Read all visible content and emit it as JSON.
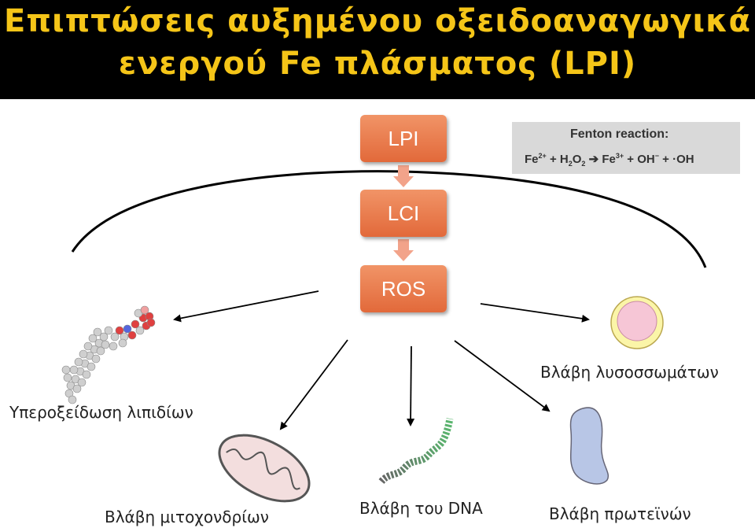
{
  "title": {
    "line1": "Επιπτώσεις αυξημένου οξειδοαναγωγικά",
    "line2": "ενεργού Fe πλάσματος (LPI)"
  },
  "flow": [
    "LPI",
    "LCI",
    "ROS"
  ],
  "fenton": {
    "title": "Fenton reaction:",
    "fe2": "Fe",
    "fe2_charge": "2+",
    "plus1": "+ H",
    "h_sub": "2",
    "o": "O",
    "o_sub": "2",
    "arrow": "➔",
    "fe3": "Fe",
    "fe3_charge": "3+",
    "oh_minus": "+ OH",
    "minus": "−",
    "oh_radical": "+ ·OH"
  },
  "labels": {
    "lipid": "Υπεροξείδωση λιπιδίων",
    "lysosome": "Βλάβη λυσοσσωμάτων",
    "mitochondria": "Βλάβη μιτοχονδρίων",
    "dna": "Βλάβη του DNA",
    "protein": "Βλάβη πρωτεϊνών"
  },
  "colors": {
    "title_bg": "#000000",
    "title_text": "#f5c518",
    "box_orange": "#e8743f",
    "fenton_bg": "#d9d9d9"
  }
}
